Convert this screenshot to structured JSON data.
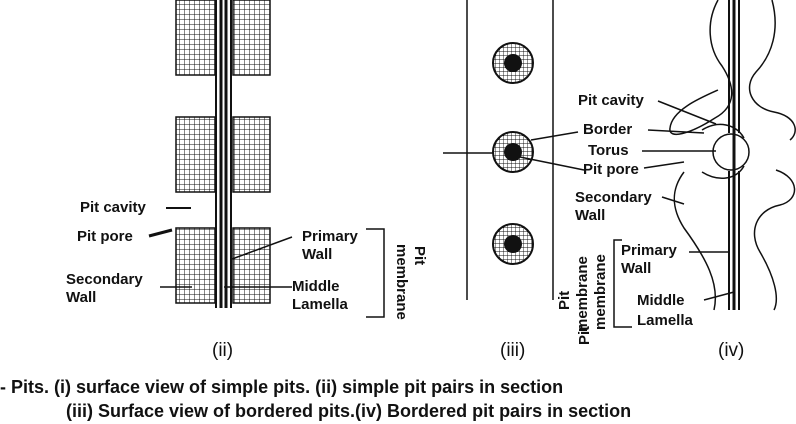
{
  "panel_ii": {
    "number": "(ii)",
    "labels": {
      "pit_cavity": "Pit cavity",
      "pit_pore": "Pit pore",
      "secondary": "Secondary",
      "wall": "Wall",
      "primary": "Primary",
      "primary_wall": "Wall",
      "middle": "Middle",
      "lamella": "Lamella",
      "pit": "Pit",
      "membrane": "membrane"
    }
  },
  "panel_iii": {
    "number": "(iii)",
    "labels": {
      "pit": "Pit",
      "membrane": "membrane"
    }
  },
  "panel_iv": {
    "number": "(iv)",
    "labels": {
      "pit_cavity": "Pit cavity",
      "border": "Border",
      "torus": "Torus",
      "pit_pore": "Pit pore",
      "secondary": "Secondary",
      "wall": "Wall",
      "primary": "Primary",
      "primary_wall": "Wall",
      "middle": "Middle",
      "lamella": "Lamella",
      "pit": "Pit",
      "membrane": "membrane"
    }
  },
  "caption": {
    "line1": "- Pits. (i) surface view of simple pits. (ii) simple pit pairs in section",
    "line2": "(iii) Surface view of bordered pits.(iv) Bordered pit pairs in section"
  },
  "colors": {
    "ink": "#111111",
    "background": "#ffffff"
  }
}
